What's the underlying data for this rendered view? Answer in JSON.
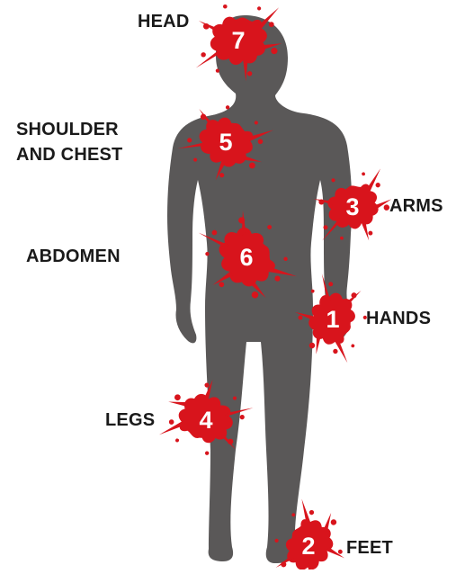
{
  "colors": {
    "body": "#5a5858",
    "splat": "#d8141c",
    "number": "#ffffff",
    "label": "#1a1a1a"
  },
  "body_parts": [
    {
      "id": "head",
      "label": "HEAD",
      "number": "7"
    },
    {
      "id": "shoulder",
      "label": "SHOULDER",
      "label_line2": "AND CHEST",
      "number": "5"
    },
    {
      "id": "arms",
      "label": "ARMS",
      "number": "3"
    },
    {
      "id": "abdomen",
      "label": "ABDOMEN",
      "number": "6"
    },
    {
      "id": "hands",
      "label": "HANDS",
      "number": "1"
    },
    {
      "id": "legs",
      "label": "LEGS",
      "number": "4"
    },
    {
      "id": "feet",
      "label": "FEET",
      "number": "2"
    }
  ]
}
